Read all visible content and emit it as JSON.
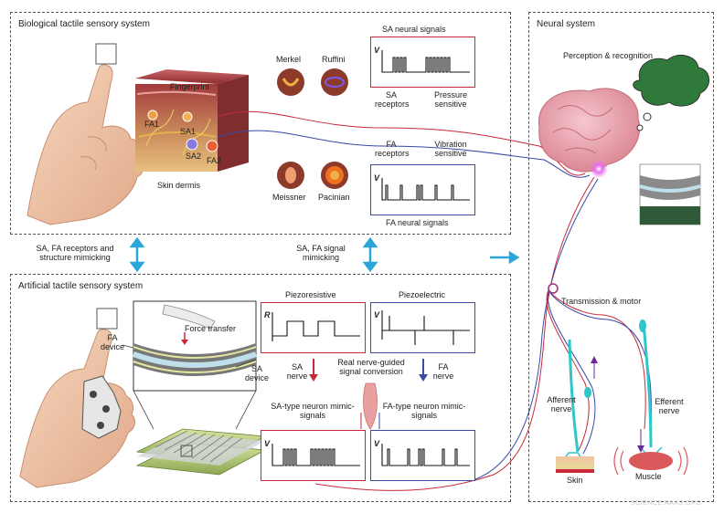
{
  "panels": {
    "bio_title": "Biological tactile sensory system",
    "art_title": "Artificial tactile sensory system",
    "neural_title": "Neural system"
  },
  "bio": {
    "fingerprint": "Fingerprint",
    "skin_dermis": "Skin dermis",
    "fa1": "FA1",
    "sa1": "SA1",
    "sa2": "SA2",
    "fa2": "FA2",
    "merkel": "Merkel",
    "ruffini": "Ruffini",
    "meissner": "Meissner",
    "pacinian": "Pacinian",
    "sa_signal_title": "SA neural signals",
    "sa_receptors": "SA receptors",
    "pressure_sensitive": "Pressure sensitive",
    "fa_receptors": "FA receptors",
    "vibration_sensitive": "Vibration sensitive",
    "fa_signal_title": "FA neural signals",
    "axis_v": "V"
  },
  "middle": {
    "left_label": "SA, FA receptors and structure mimicking",
    "right_label": "SA, FA signal mimicking"
  },
  "artificial": {
    "fa_device": "FA device",
    "sa_device": "SA device",
    "force_transfer": "Force transfer",
    "piezoresistive": "Piezoresistive",
    "piezoelectric": "Piezoelectric",
    "axis_r": "R",
    "axis_v": "V",
    "sa_nerve": "SA nerve",
    "fa_nerve": "FA nerve",
    "conversion": "Real nerve-guided signal conversion",
    "sa_mimic": "SA-type neuron mimic-signals",
    "fa_mimic": "FA-type neuron mimic-signals"
  },
  "neural": {
    "perception": "Perception & recognition",
    "transmission": "Transmission & motor",
    "afferent": "Afferent nerve",
    "efferent": "Efferent nerve",
    "skin": "Skin",
    "muscle": "Muscle"
  },
  "watermark": "SCIENCE.AAAS.ORG",
  "colors": {
    "sa_red": "#c8283a",
    "fa_blue": "#3b4aa6",
    "arrow_cyan": "#2aa7d8",
    "nerve_cyan": "#2fc6c9"
  }
}
